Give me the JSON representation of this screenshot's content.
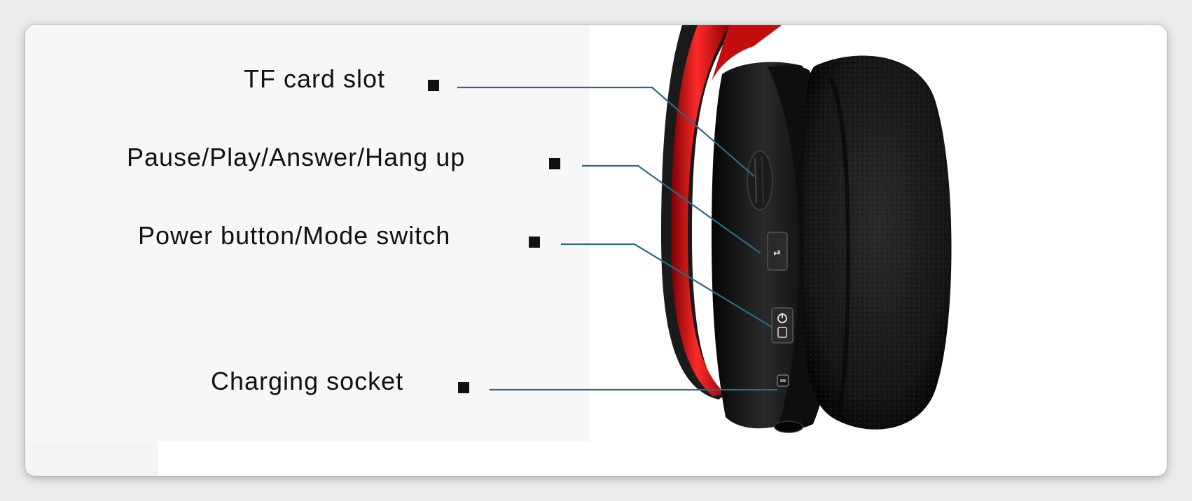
{
  "callouts": [
    {
      "label": "TF card slot"
    },
    {
      "label": "Pause/Play/Answer/Hang up"
    },
    {
      "label": "Power button/Mode switch"
    },
    {
      "label": "Charging socket"
    }
  ],
  "colors": {
    "leader_line": "#2b6a87",
    "headband_red": "#e01414",
    "body_black": "#111111"
  }
}
